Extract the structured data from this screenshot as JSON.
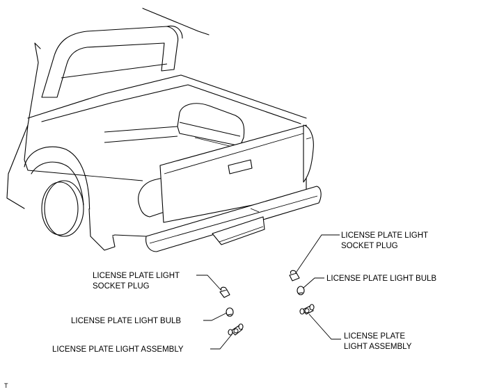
{
  "callouts": {
    "left_socket_plug": [
      "LICENSE PLATE LIGHT",
      "SOCKET PLUG"
    ],
    "left_bulb": "LICENSE PLATE LIGHT BULB",
    "left_assembly": "LICENSE PLATE LIGHT ASSEMBLY",
    "right_socket_plug": [
      "LICENSE PLATE LIGHT",
      "SOCKET PLUG"
    ],
    "right_bulb": "LICENSE PLATE LIGHT BULB",
    "right_assembly": [
      "LICENSE PLATE",
      "LIGHT ASSEMBLY"
    ]
  },
  "footer_code": "T"
}
